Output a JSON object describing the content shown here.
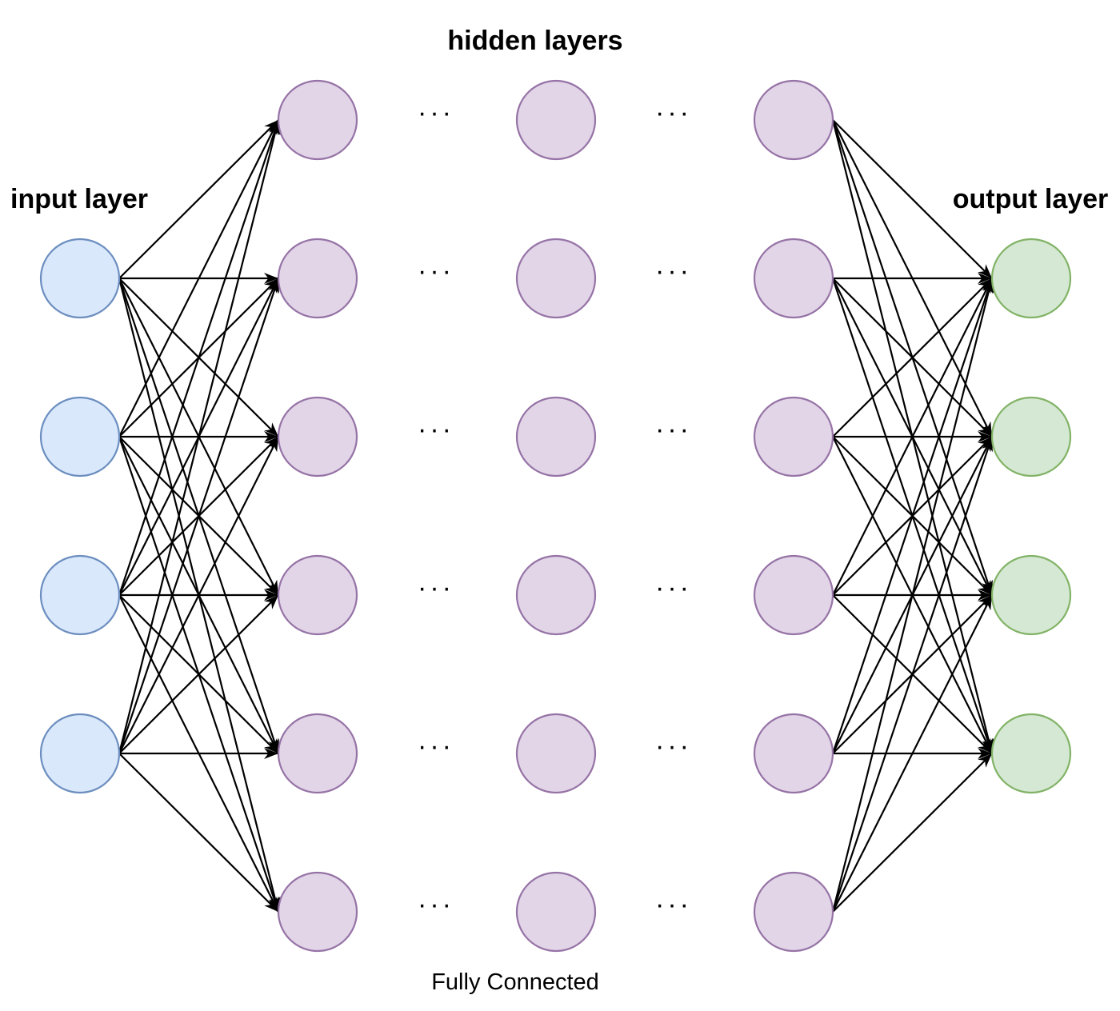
{
  "labels": {
    "input_layer": "input layer",
    "hidden_layers": "hidden layers",
    "output_layer": "output layer",
    "caption": "Fully Connected",
    "ellipsis": "···"
  },
  "colors": {
    "input_fill": "#dae8fc",
    "input_stroke": "#6c8ebf",
    "hidden_fill": "#e1d5e7",
    "hidden_stroke": "#9673a6",
    "output_fill": "#d5e8d4",
    "output_stroke": "#82b366",
    "edge": "#000000"
  },
  "network": {
    "input_nodes": 4,
    "hidden_columns": 3,
    "hidden_nodes_per_column": 6,
    "output_nodes": 4,
    "connection_type": "fully-connected"
  }
}
